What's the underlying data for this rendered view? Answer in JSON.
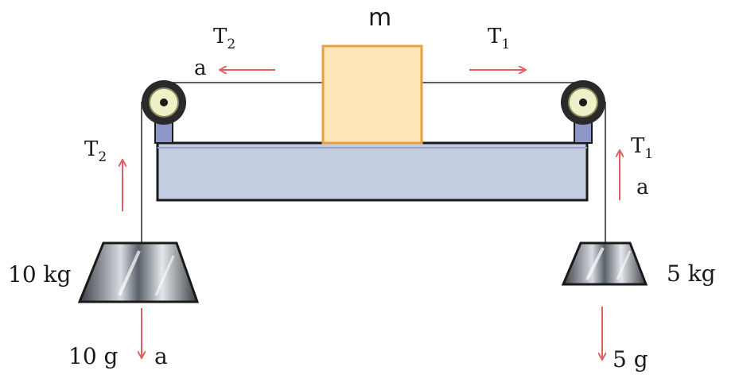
{
  "block_label": "m",
  "top_left_tension": "T",
  "top_left_tension_sub": "2",
  "top_left_accel": "a",
  "top_right_tension": "T",
  "top_right_tension_sub": "1",
  "left_vertical_tension": "T",
  "left_vertical_tension_sub": "2",
  "right_vertical_tension": "T",
  "right_vertical_tension_sub": "1",
  "right_vertical_accel": "a",
  "left_mass_label": "10 kg",
  "right_mass_label": "5 kg",
  "left_weight_label": "10 g",
  "left_weight_accel": "a",
  "right_weight_label": "5 g",
  "colors": {
    "arrow": "#e06060",
    "table": "#c3cce0",
    "block": "#fde6b8",
    "block_edge": "#e6a040",
    "pulley": "#2a2a2a",
    "pulley_inner": "#eef0c8",
    "bracket": "#8d96c4",
    "weight_dark": "#2b2f35",
    "weight_light": "#c8ccd2"
  }
}
